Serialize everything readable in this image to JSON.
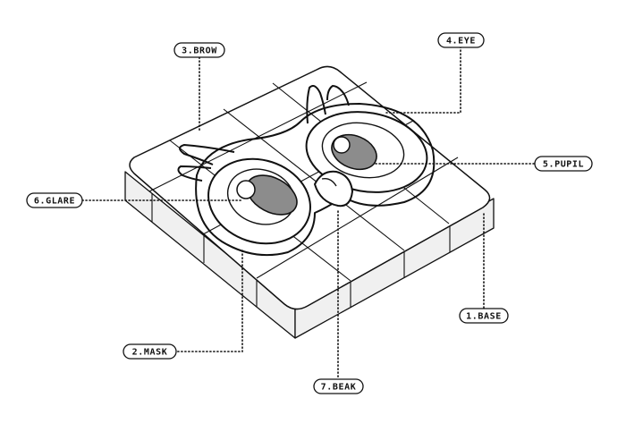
{
  "labels": {
    "base": "1.BASE",
    "mask": "2.MASK",
    "brow": "3.BROW",
    "eye": "4.EYE",
    "pupil": "5.PUPIL",
    "glare": "6.GLARE",
    "beak": "7.BEAK"
  }
}
